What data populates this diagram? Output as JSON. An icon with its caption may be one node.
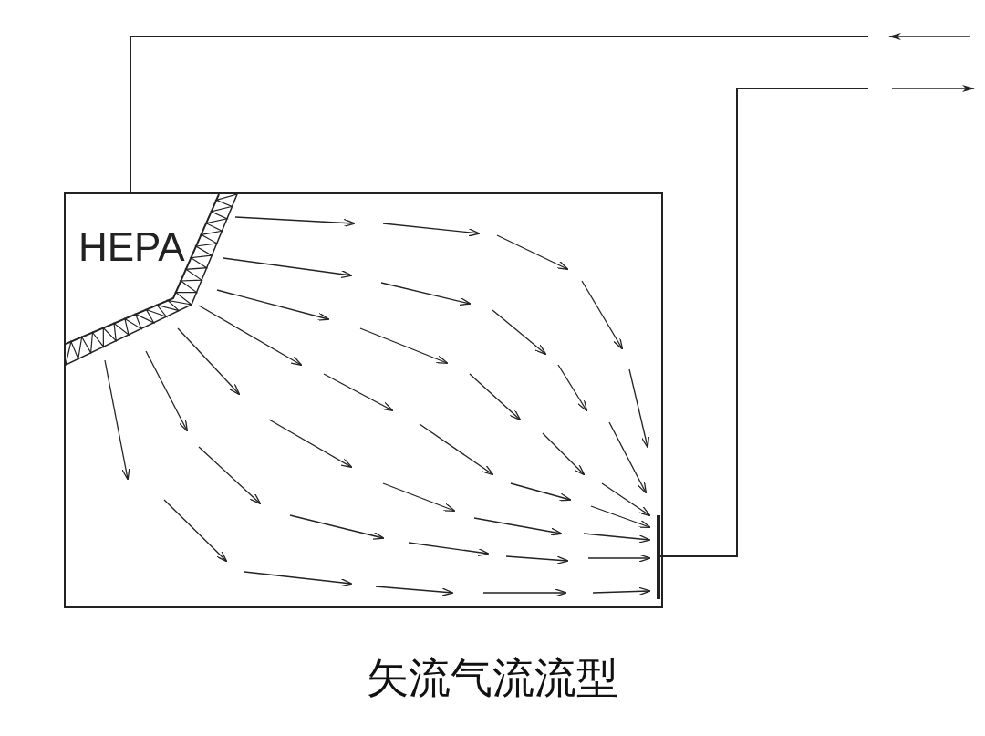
{
  "diagram": {
    "caption": "矢流气流流型",
    "nodes": [
      {
        "text": [],
        "shape": "box"
      },
      {
        "text": [
          "HEPA"
        ],
        "in": 0
      },
      {
        "text": [],
        "shape": "bar",
        "in": 0
      }
    ],
    "edges": [
      {
        "from": null,
        "to": 0,
        "arrow": "none"
      },
      {
        "from": 2,
        "to": null,
        "arrow": "none"
      }
    ]
  }
}
